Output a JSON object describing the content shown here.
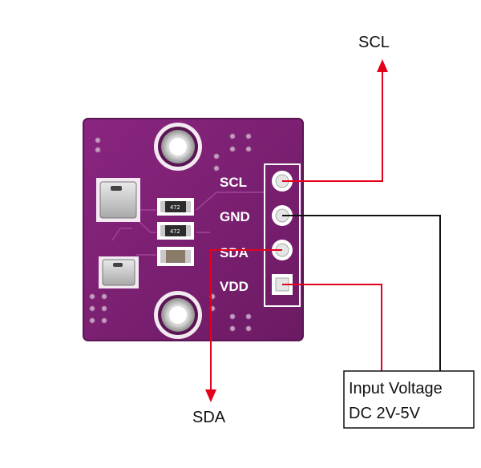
{
  "board": {
    "pins": [
      {
        "label": "SCL"
      },
      {
        "label": "GND"
      },
      {
        "label": "SDA"
      },
      {
        "label": "VDD"
      }
    ],
    "resistor_codes": [
      "472",
      "472"
    ],
    "colors": {
      "pcb": "#7a1f6f",
      "silkscreen": "#ffffff",
      "signal_wire": "#e3001b",
      "ground_wire": "#111111"
    }
  },
  "annotations": {
    "scl": "SCL",
    "sda": "SDA",
    "input_voltage_line1": "Input Voltage",
    "input_voltage_line2": "DC 2V-5V"
  }
}
